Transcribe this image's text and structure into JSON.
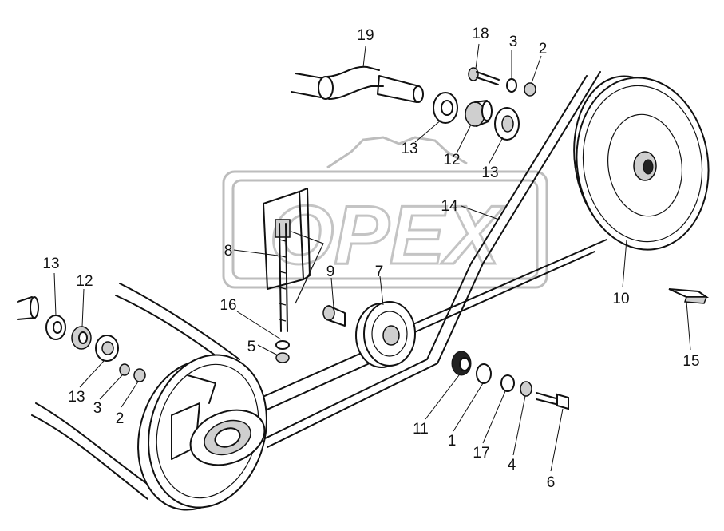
{
  "watermark": {
    "text": "OPEX"
  },
  "callouts": {
    "c1": "1",
    "c2a": "2",
    "c2b": "2",
    "c3a": "3",
    "c3b": "3",
    "c4": "4",
    "c5": "5",
    "c6": "6",
    "c7": "7",
    "c8": "8",
    "c9": "9",
    "c10": "10",
    "c11": "11",
    "c12a": "12",
    "c12b": "12",
    "c13a": "13",
    "c13b": "13",
    "c13c": "13",
    "c13d": "13",
    "c14": "14",
    "c15": "15",
    "c16": "16",
    "c17": "17",
    "c18": "18",
    "c19": "19"
  }
}
